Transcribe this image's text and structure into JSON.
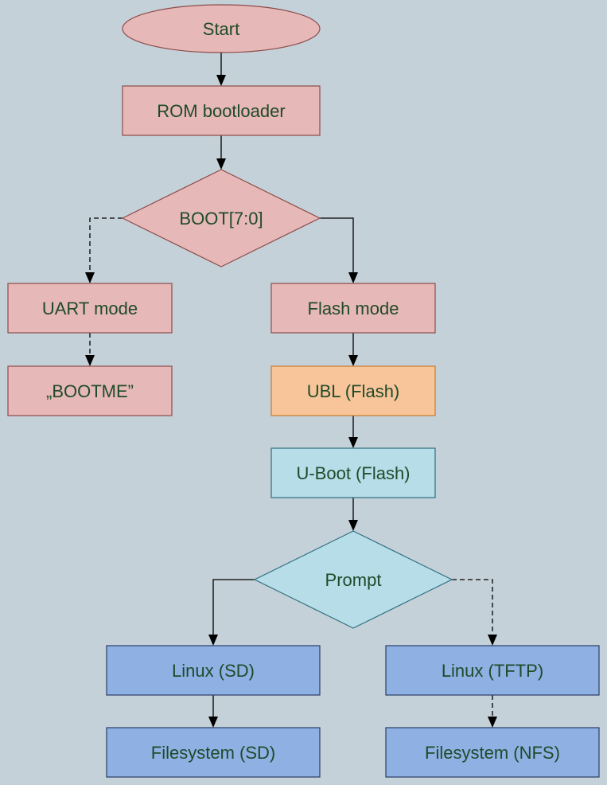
{
  "diagram": {
    "type": "flowchart",
    "nodes": [
      {
        "id": "start",
        "label": "Start",
        "shape": "ellipse",
        "fill": "#e6b8b7",
        "stroke": "#8c4c4c"
      },
      {
        "id": "rom",
        "label": "ROM bootloader",
        "shape": "rect",
        "fill": "#e6b8b7",
        "stroke": "#8c4c4c"
      },
      {
        "id": "boot",
        "label": "BOOT[7:0]",
        "shape": "diamond",
        "fill": "#e6b8b7",
        "stroke": "#8c4c4c"
      },
      {
        "id": "uart",
        "label": "UART mode",
        "shape": "rect",
        "fill": "#e6b8b7",
        "stroke": "#8c4c4c"
      },
      {
        "id": "bootme",
        "label": "„BOOTME”",
        "shape": "rect",
        "fill": "#e6b8b7",
        "stroke": "#8c4c4c"
      },
      {
        "id": "flash",
        "label": "Flash mode",
        "shape": "rect",
        "fill": "#e6b8b7",
        "stroke": "#8c4c4c"
      },
      {
        "id": "ubl",
        "label": "UBL (Flash)",
        "shape": "rect",
        "fill": "#f8c59a",
        "stroke": "#c77a2e"
      },
      {
        "id": "uboot",
        "label": "U-Boot (Flash)",
        "shape": "rect",
        "fill": "#b6dde8",
        "stroke": "#2f6f7f"
      },
      {
        "id": "prompt",
        "label": "Prompt",
        "shape": "diamond",
        "fill": "#b6dde8",
        "stroke": "#2f6f7f"
      },
      {
        "id": "linux_sd",
        "label": "Linux (SD)",
        "shape": "rect",
        "fill": "#8eb0e3",
        "stroke": "#2c3e66"
      },
      {
        "id": "fs_sd",
        "label": "Filesystem (SD)",
        "shape": "rect",
        "fill": "#8eb0e3",
        "stroke": "#2c3e66"
      },
      {
        "id": "linux_tftp",
        "label": "Linux (TFTP)",
        "shape": "rect",
        "fill": "#8eb0e3",
        "stroke": "#2c3e66"
      },
      {
        "id": "fs_nfs",
        "label": "Filesystem (NFS)",
        "shape": "rect",
        "fill": "#8eb0e3",
        "stroke": "#2c3e66"
      }
    ],
    "edges": [
      {
        "from": "start",
        "to": "rom",
        "style": "solid"
      },
      {
        "from": "rom",
        "to": "boot",
        "style": "solid"
      },
      {
        "from": "boot",
        "to": "uart",
        "style": "dashed"
      },
      {
        "from": "boot",
        "to": "flash",
        "style": "solid"
      },
      {
        "from": "uart",
        "to": "bootme",
        "style": "dashed"
      },
      {
        "from": "flash",
        "to": "ubl",
        "style": "solid"
      },
      {
        "from": "ubl",
        "to": "uboot",
        "style": "solid"
      },
      {
        "from": "uboot",
        "to": "prompt",
        "style": "solid"
      },
      {
        "from": "prompt",
        "to": "linux_sd",
        "style": "solid"
      },
      {
        "from": "prompt",
        "to": "linux_tftp",
        "style": "dashed"
      },
      {
        "from": "linux_sd",
        "to": "fs_sd",
        "style": "solid"
      },
      {
        "from": "linux_tftp",
        "to": "fs_nfs",
        "style": "dashed"
      }
    ]
  }
}
